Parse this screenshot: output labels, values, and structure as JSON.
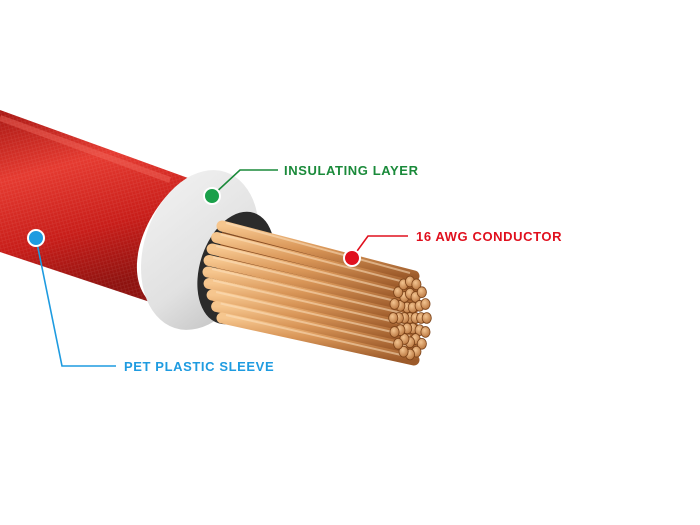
{
  "callouts": {
    "insulating": {
      "label": "INSULATING LAYER",
      "color": "#1a8a3a"
    },
    "conductor": {
      "label": "16 AWG CONDUCTOR",
      "color": "#e0101e"
    },
    "sleeve": {
      "label": "PET PLASTIC SLEEVE",
      "color": "#1e9be0"
    }
  },
  "colors": {
    "sleeve_red": "#d3211f",
    "insulation_gray": "#e3e3e3",
    "copper": "#d9985a"
  }
}
